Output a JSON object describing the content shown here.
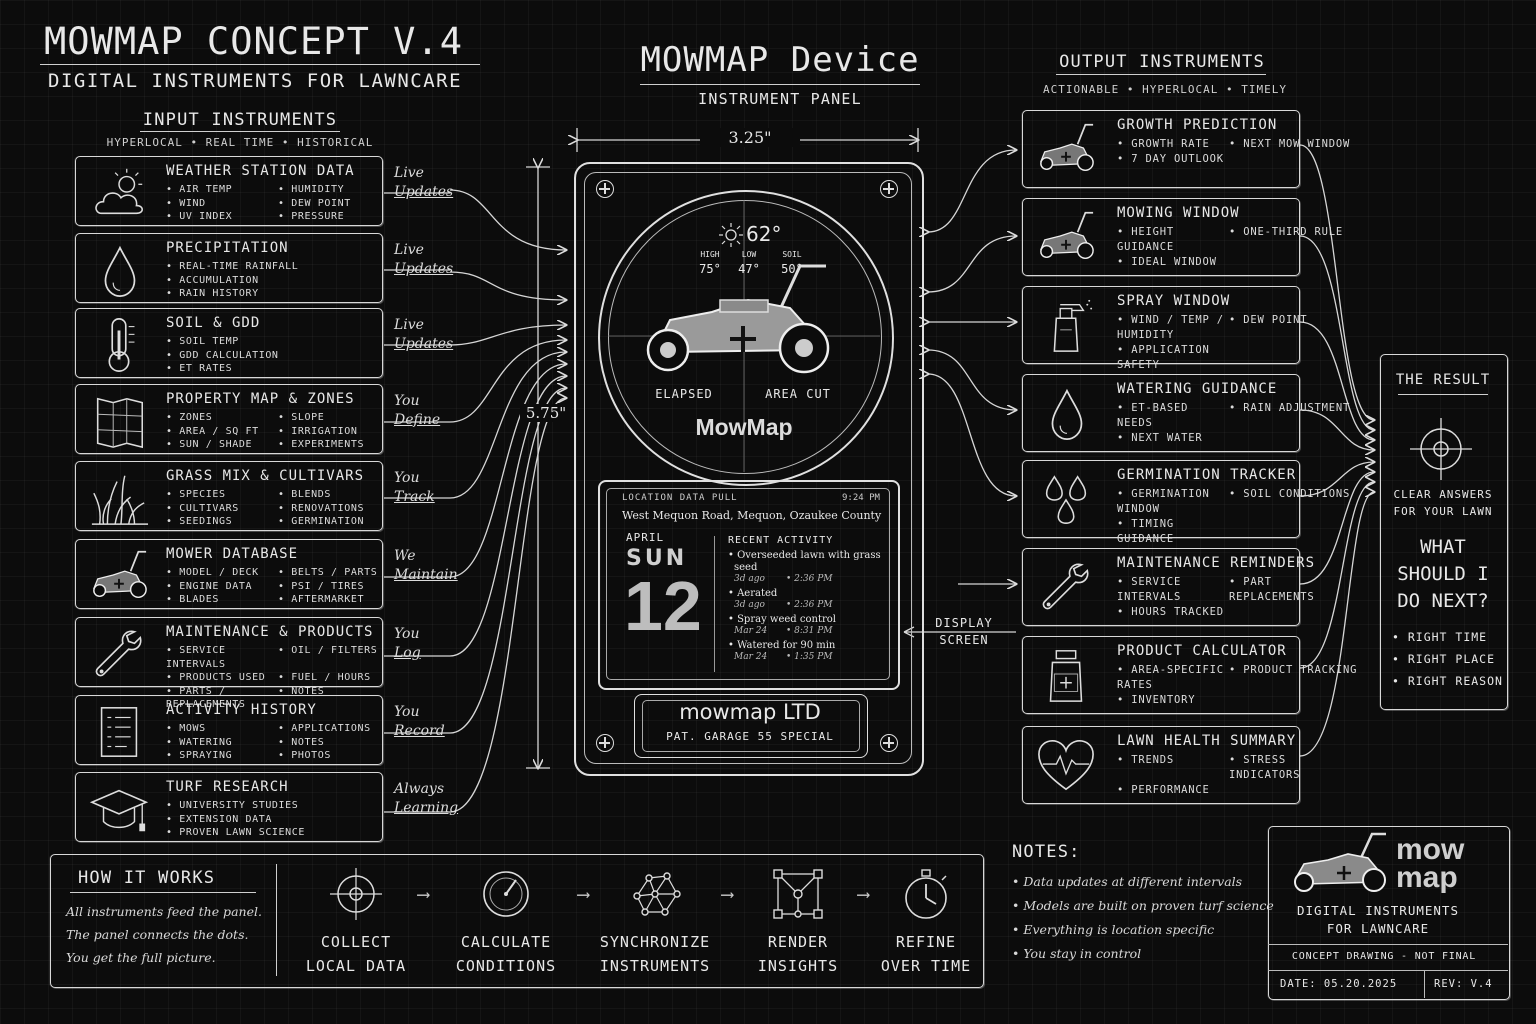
{
  "header": {
    "title": "MOWMAP CONCEPT V.4",
    "subtitle": "DIGITAL INSTRUMENTS FOR LAWNCARE"
  },
  "center": {
    "title": "MOWMAP Device",
    "subtitle": "INSTRUMENT PANEL",
    "width_label": "3.25\"",
    "height_label": "5.75\""
  },
  "inputs": {
    "title": "INPUT INSTRUMENTS",
    "subtitle": "HYPERLOCAL • REAL TIME • HISTORICAL",
    "cards": [
      {
        "title": "WEATHER STATION DATA",
        "items": [
          "AIR TEMP",
          "HUMIDITY",
          "WIND",
          "DEW POINT",
          "UV INDEX",
          "PRESSURE"
        ],
        "label": [
          "Live",
          "Updates"
        ],
        "icon": "cloud-sun-icon"
      },
      {
        "title": "PRECIPITATION",
        "items": [
          "REAL-TIME RAINFALL",
          "ACCUMULATION",
          "RAIN HISTORY"
        ],
        "label": [
          "Live",
          "Updates"
        ],
        "icon": "raindrop-icon"
      },
      {
        "title": "SOIL & GDD",
        "items": [
          "SOIL TEMP",
          "GDD CALCULATION",
          "ET RATES"
        ],
        "label": [
          "Live",
          "Updates"
        ],
        "icon": "thermometer-icon"
      },
      {
        "title": "PROPERTY MAP & ZONES",
        "items": [
          "ZONES",
          "SLOPE",
          "AREA / SQ FT",
          "IRRIGATION",
          "SUN / SHADE",
          "EXPERIMENTS"
        ],
        "label": [
          "You",
          "Define"
        ],
        "icon": "map-icon"
      },
      {
        "title": "GRASS MIX & CULTIVARS",
        "items": [
          "SPECIES",
          "BLENDS",
          "CULTIVARS",
          "RENOVATIONS",
          "SEEDINGS",
          "GERMINATION"
        ],
        "label": [
          "You",
          "Track"
        ],
        "icon": "grass-icon"
      },
      {
        "title": "MOWER DATABASE",
        "items": [
          "MODEL / DECK",
          "BELTS / PARTS",
          "ENGINE DATA",
          "PSI / TIRES",
          "BLADES",
          "AFTERMARKET"
        ],
        "label": [
          "We",
          "Maintain"
        ],
        "icon": "mower-icon"
      },
      {
        "title": "MAINTENANCE & PRODUCTS",
        "items": [
          "SERVICE INTERVALS",
          "OIL / FILTERS",
          "PRODUCTS USED",
          "FUEL / HOURS",
          "PARTS / REPLACEMENTS",
          "NOTES"
        ],
        "label": [
          "You",
          "Log"
        ],
        "icon": "wrench-icon"
      },
      {
        "title": "ACTIVITY HISTORY",
        "items": [
          "MOWS",
          "APPLICATIONS",
          "WATERING",
          "NOTES",
          "SPRAYING",
          "PHOTOS"
        ],
        "label": [
          "You",
          "Record"
        ],
        "icon": "checklist-icon"
      },
      {
        "title": "TURF RESEARCH",
        "items": [
          "UNIVERSITY STUDIES",
          "EXTENSION DATA",
          "PROVEN LAWN SCIENCE"
        ],
        "label": [
          "Always",
          "Learning"
        ],
        "icon": "graduation-cap-icon"
      }
    ]
  },
  "outputs": {
    "title": "OUTPUT INSTRUMENTS",
    "subtitle": "ACTIONABLE • HYPERLOCAL • TIMELY",
    "cards": [
      {
        "title": "GROWTH PREDICTION",
        "items": [
          "GROWTH RATE",
          "NEXT MOW WINDOW",
          "7 DAY OUTLOOK"
        ],
        "icon": "mower-icon"
      },
      {
        "title": "MOWING WINDOW",
        "items": [
          "HEIGHT GUIDANCE",
          "ONE-THIRD RULE",
          "IDEAL WINDOW"
        ],
        "icon": "mower-icon"
      },
      {
        "title": "SPRAY WINDOW",
        "items": [
          "WIND / TEMP / HUMIDITY",
          "DEW POINT",
          "APPLICATION SAFETY"
        ],
        "icon": "spray-bottle-icon"
      },
      {
        "title": "WATERING GUIDANCE",
        "items": [
          "ET-BASED NEEDS",
          "RAIN ADJUSTMENT",
          "NEXT WATER"
        ],
        "icon": "raindrop-icon"
      },
      {
        "title": "GERMINATION TRACKER",
        "items": [
          "GERMINATION WINDOW",
          "SOIL CONDITIONS",
          "TIMING GUIDANCE"
        ],
        "icon": "seeds-icon"
      },
      {
        "title": "MAINTENANCE REMINDERS",
        "items": [
          "SERVICE INTERVALS",
          "PART REPLACEMENTS",
          "HOURS TRACKED"
        ],
        "icon": "wrench-icon"
      },
      {
        "title": "PRODUCT CALCULATOR",
        "items": [
          "AREA-SPECIFIC RATES",
          "PRODUCT TRACKING",
          "INVENTORY"
        ],
        "icon": "bottle-icon"
      },
      {
        "title": "LAWN HEALTH SUMMARY",
        "items": [
          "TRENDS",
          "STRESS INDICATORS",
          "PERFORMANCE"
        ],
        "icon": "heart-pulse-icon"
      }
    ]
  },
  "dial": {
    "temp": "62°",
    "high_label": "HIGH",
    "high": "75°",
    "low_label": "LOW",
    "low": "47°",
    "soil_label": "SOIL",
    "soil": "50°",
    "elapsed": "ELAPSED",
    "area_cut": "AREA CUT",
    "brand": "MowMap"
  },
  "screen": {
    "header": "LOCATION DATA PULL",
    "time": "9:24 PM",
    "location": "West Mequon Road, Mequon, Ozaukee County",
    "month": "APRIL",
    "weekday": "SUN",
    "day": "12",
    "recent_title": "RECENT ACTIVITY",
    "activity": [
      {
        "text": "Overseeded lawn with grass seed",
        "when": "3d ago",
        "time": "2:36 PM"
      },
      {
        "text": "Aerated",
        "when": "3d ago",
        "time": "2:36 PM"
      },
      {
        "text": "Spray weed control",
        "when": "Mar 24",
        "time": "8:31 PM"
      },
      {
        "text": "Watered for 90 min",
        "when": "Mar 24",
        "time": "1:35 PM"
      }
    ]
  },
  "plate": {
    "name": "mowmap LTD",
    "sub": "PAT. GARAGE 55 SPECIAL"
  },
  "display_screen": [
    "DISPLAY",
    "SCREEN"
  ],
  "result": {
    "title": "THE RESULT",
    "caption": [
      "CLEAR ANSWERS",
      "FOR YOUR LAWN"
    ],
    "question": [
      "WHAT",
      "SHOULD I",
      "DO NEXT?"
    ],
    "bullets": [
      "RIGHT TIME",
      "RIGHT PLACE",
      "RIGHT REASON"
    ]
  },
  "how": {
    "title": "HOW IT WORKS",
    "lines": [
      "All instruments feed the panel.",
      "The panel connects the dots.",
      "You get the full picture."
    ],
    "steps": [
      {
        "line1": "COLLECT",
        "line2": "LOCAL DATA",
        "icon": "crosshair-icon"
      },
      {
        "line1": "CALCULATE",
        "line2": "CONDITIONS",
        "icon": "gauge-icon"
      },
      {
        "line1": "SYNCHRONIZE",
        "line2": "INSTRUMENTS",
        "icon": "network-icon"
      },
      {
        "line1": "RENDER",
        "line2": "INSIGHTS",
        "icon": "nodes-icon"
      },
      {
        "line1": "REFINE",
        "line2": "OVER TIME",
        "icon": "stopwatch-icon"
      }
    ]
  },
  "notes": {
    "title": "NOTES:",
    "items": [
      "Data updates at different intervals",
      "Models are built on proven turf science",
      "Everything is location specific",
      "You stay in control"
    ]
  },
  "brand_block": {
    "logo1": "mow",
    "logo2": "map",
    "line1": "DIGITAL INSTRUMENTS",
    "line2": "FOR LAWNCARE",
    "status": "CONCEPT DRAWING - NOT FINAL",
    "date": "DATE: 05.20.2025",
    "rev": "REV: V.4"
  }
}
